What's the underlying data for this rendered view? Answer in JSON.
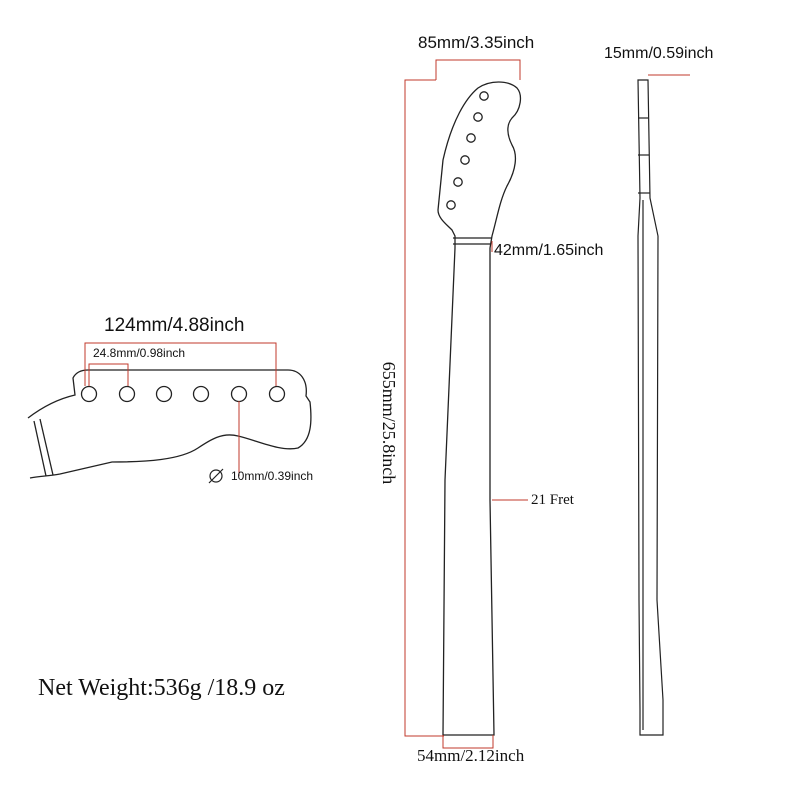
{
  "labels": {
    "headstock_width": "85mm/3.35inch",
    "headstock_thickness": "15mm/0.59inch",
    "nut_width": "42mm/1.65inch",
    "total_length": "655mm/25.8inch",
    "fret_count": "21 Fret",
    "heel_width": "54mm/2.12inch",
    "tuner_span": "124mm/4.88inch",
    "tuner_spacing": "24.8mm/0.98inch",
    "hole_diameter": "10mm/0.39inch",
    "net_weight": "Net Weight:536g /18.9 oz"
  },
  "colors": {
    "outline": "#222222",
    "dimension_line": "#c0392b",
    "text": "#111111",
    "background": "#ffffff"
  },
  "icons": {
    "diameter_symbol": "⌀"
  }
}
